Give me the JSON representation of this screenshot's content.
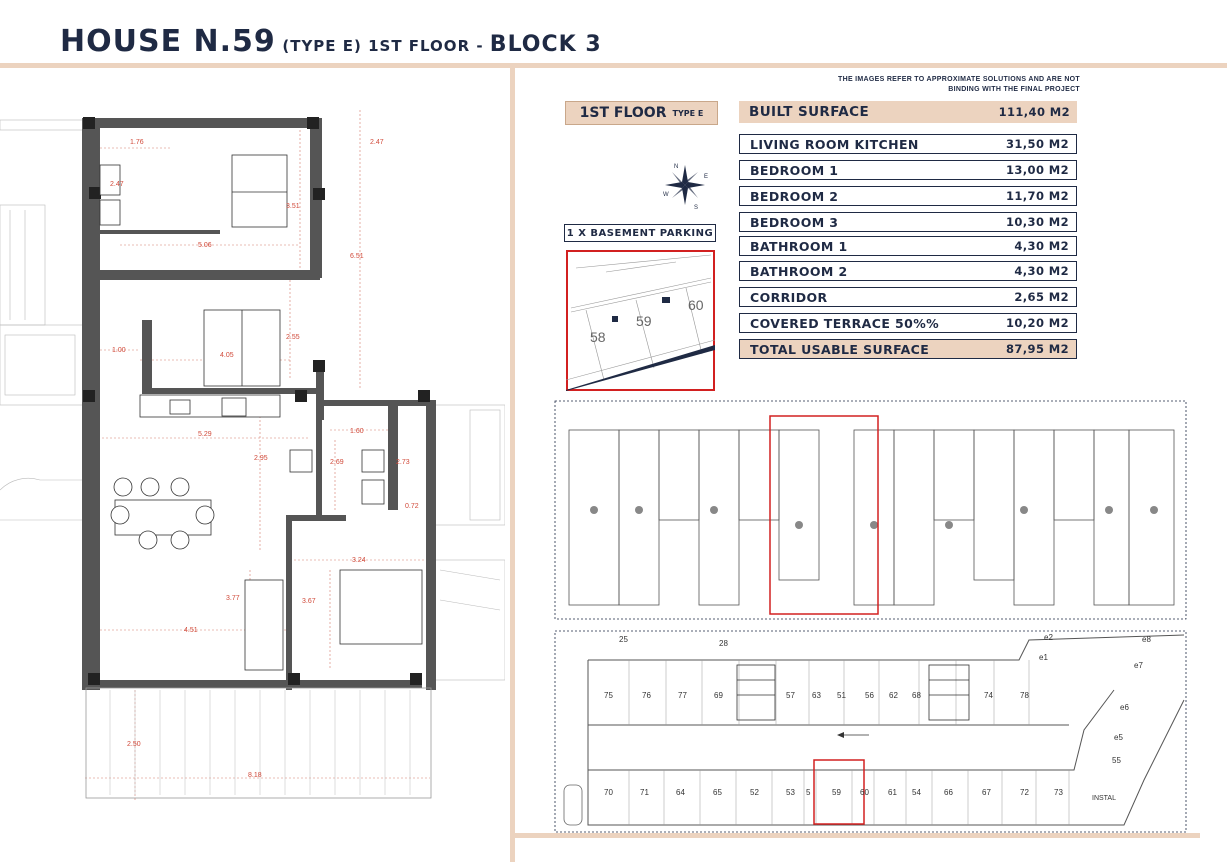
{
  "header": {
    "title_main": "HOUSE N.59",
    "title_type": "(TYPE E) 1ST FLOOR - ",
    "title_block": "BLOCK 3"
  },
  "disclaimer": {
    "line1": "THE IMAGES REFER TO APPROXIMATE SOLUTIONS AND ARE NOT",
    "line2": "BINDING WITH THE FINAL PROJECT"
  },
  "floor_badge": {
    "floor": "1ST FLOOR",
    "type": "TYPE E"
  },
  "built_surface": {
    "label": "BUILT SURFACE",
    "value": "111,40 M2"
  },
  "rooms": [
    {
      "label": "LIVING ROOM KITCHEN",
      "value": "31,50 M2"
    },
    {
      "label": "BEDROOM 1",
      "value": "13,00 M2"
    },
    {
      "label": "BEDROOM 2",
      "value": "11,70 M2"
    },
    {
      "label": "BEDROOM 3",
      "value": "10,30 M2"
    },
    {
      "label": "BATHROOM 1",
      "value": "4,30 M2"
    },
    {
      "label": "BATHROOM 2",
      "value": "4,30 M2"
    },
    {
      "label": "CORRIDOR",
      "value": "2,65 M2"
    },
    {
      "label": "COVERED TERRACE 50%%",
      "value": "10,20 M2"
    }
  ],
  "total": {
    "label": "TOTAL USABLE SURFACE",
    "value": "87,95 M2"
  },
  "parking": {
    "label": "1 X BASEMENT PARKING",
    "spaces": [
      "58",
      "59",
      "60"
    ]
  },
  "compass": {
    "north": "N",
    "south": "S",
    "east": "E",
    "west": "W"
  },
  "plan_dimensions": {
    "d1": "1.76",
    "d2": "2.47",
    "d3": "3.51",
    "d4": "2.47",
    "d5": "5.06",
    "d6": "6.51",
    "d7": "1.00",
    "d8": "4.05",
    "d9": "2.55",
    "d10": "5.29",
    "d11": "1.60",
    "d12": "2.95",
    "d13": "2.69",
    "d14": "2.73",
    "d15": "0.72",
    "d16": "3.24",
    "d17": "3.77",
    "d18": "3.67",
    "d19": "4.51",
    "d20": "2.50",
    "d21": "8.18"
  },
  "garage": {
    "top_numbers": [
      "25",
      "28"
    ],
    "upper_row": [
      "75",
      "76",
      "77",
      "69",
      "57",
      "63",
      "51",
      "56",
      "62",
      "68",
      "74",
      "78"
    ],
    "lower_row": [
      "70",
      "71",
      "64",
      "65",
      "52",
      "53",
      "5",
      "59",
      "60",
      "61",
      "54",
      "66",
      "67",
      "72",
      "73"
    ],
    "right_spaces": [
      "e2",
      "e8",
      "e1",
      "e7",
      "e6",
      "e5",
      "55"
    ],
    "install_label": "INSTAL"
  },
  "colors": {
    "accent_beige": "#ecd3bf",
    "navy": "#1f2a44",
    "highlight_red": "#d22020",
    "dim_red": "#d67a6a"
  }
}
